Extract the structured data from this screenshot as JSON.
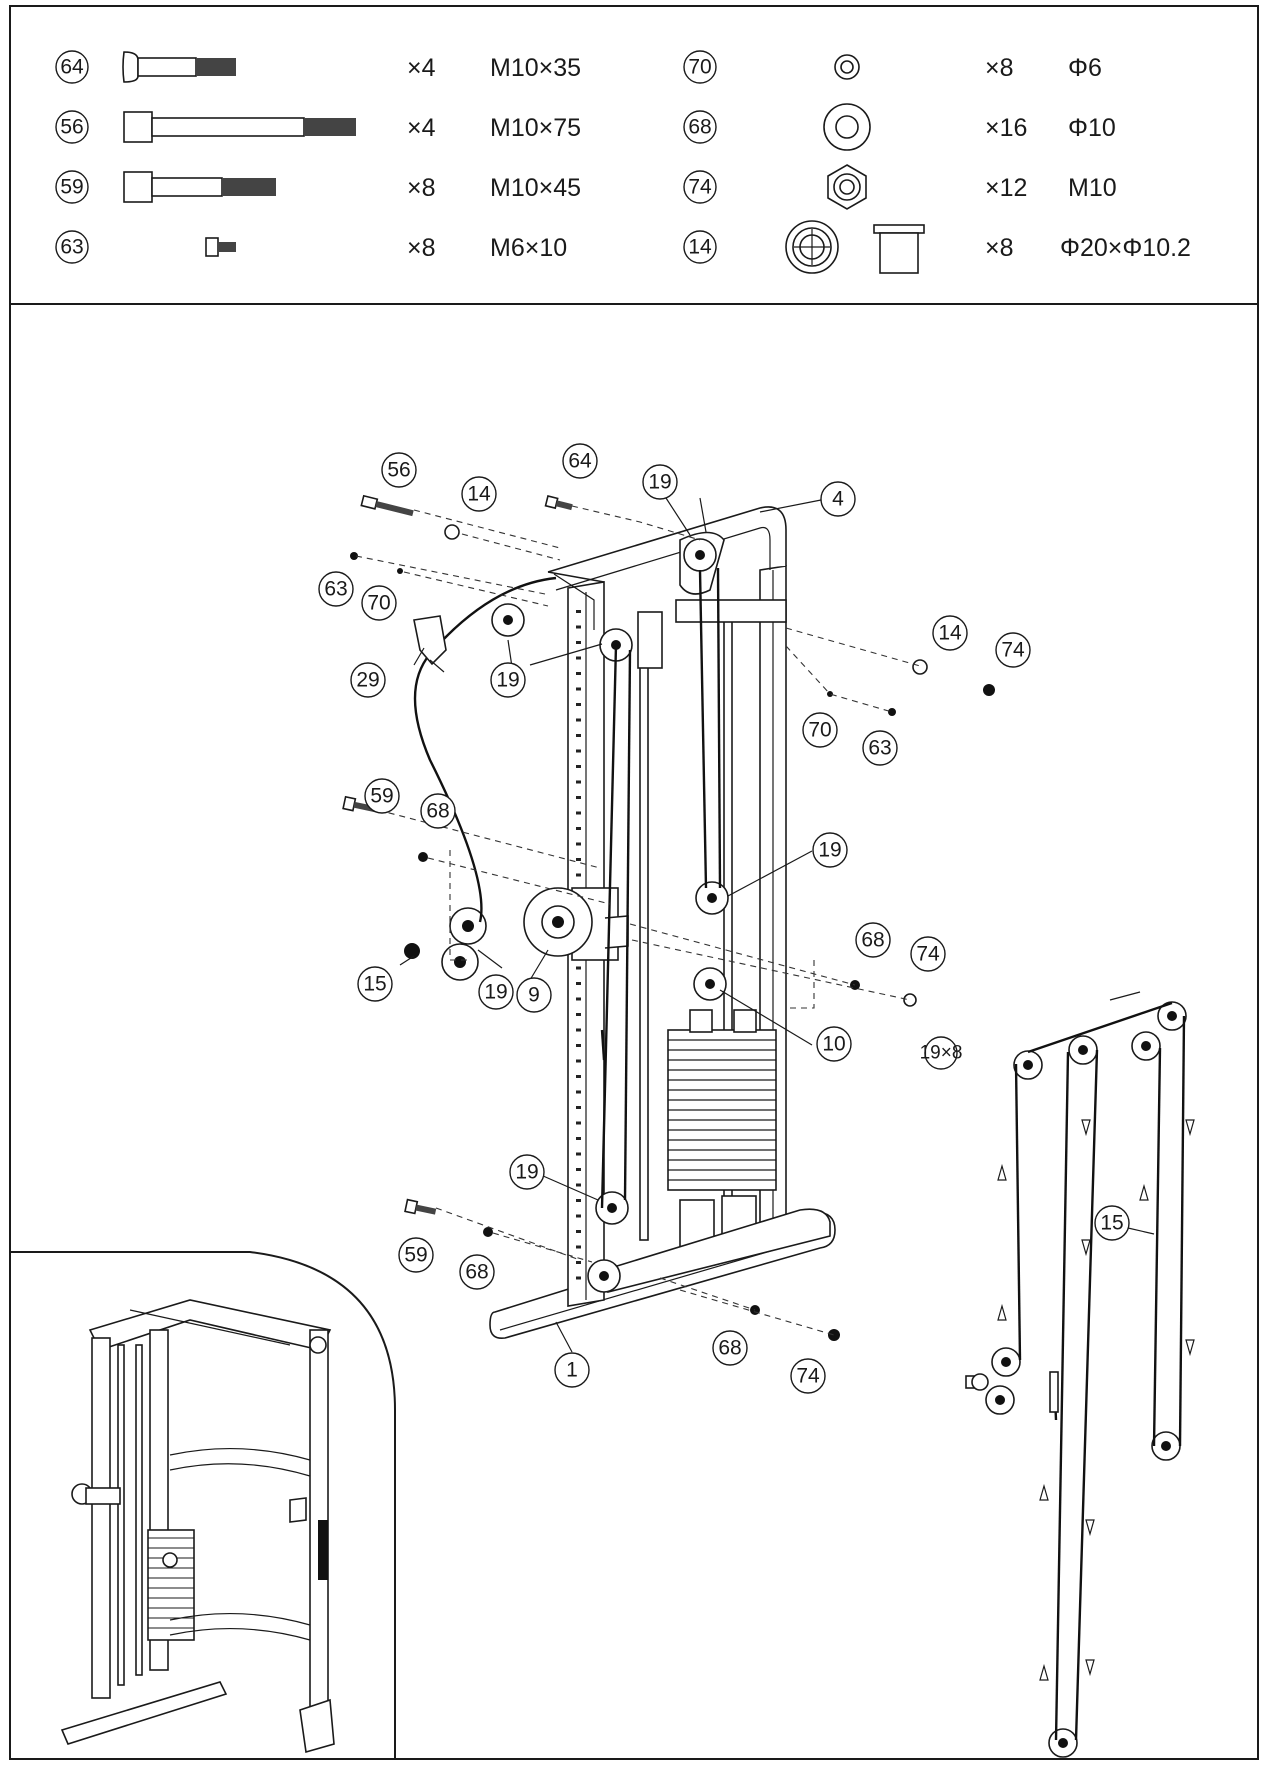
{
  "hardware": [
    {
      "callout": "64",
      "qty": "×4",
      "spec": "M10×35"
    },
    {
      "callout": "56",
      "qty": "×4",
      "spec": "M10×75"
    },
    {
      "callout": "59",
      "qty": "×8",
      "spec": "M10×45"
    },
    {
      "callout": "63",
      "qty": "×8",
      "spec": "M6×10"
    },
    {
      "callout": "70",
      "qty": "×8",
      "spec": "Φ6"
    },
    {
      "callout": "68",
      "qty": "×16",
      "spec": "Φ10"
    },
    {
      "callout": "74",
      "qty": "×12",
      "spec": "M10"
    },
    {
      "callout": "14",
      "qty": "×8",
      "spec": "Φ20×Φ10.2"
    }
  ],
  "exploded_callouts": {
    "c56": "56",
    "c14a": "14",
    "c64": "64",
    "c19a": "19",
    "c4": "4",
    "c63a": "63",
    "c70a": "70",
    "c29": "29",
    "c19b": "19",
    "c14b": "14",
    "c74a": "74",
    "c70b": "70",
    "c63b": "63",
    "c59a": "59",
    "c68a": "68",
    "c19c": "19",
    "c68b": "68",
    "c74b": "74",
    "c15": "15",
    "c19d": "19",
    "c9": "9",
    "c10": "10",
    "c19e": "19",
    "c59b": "59",
    "c68c": "68",
    "c68d": "68",
    "c74c": "74",
    "c1": "1"
  },
  "cable_diagram": {
    "pulley_label": "19×8",
    "cable_callout": "15"
  },
  "icons": {
    "bolt": "bolt-icon",
    "washer": "washer-icon",
    "nut": "hex-nut-icon",
    "bushing": "bushing-icon"
  }
}
